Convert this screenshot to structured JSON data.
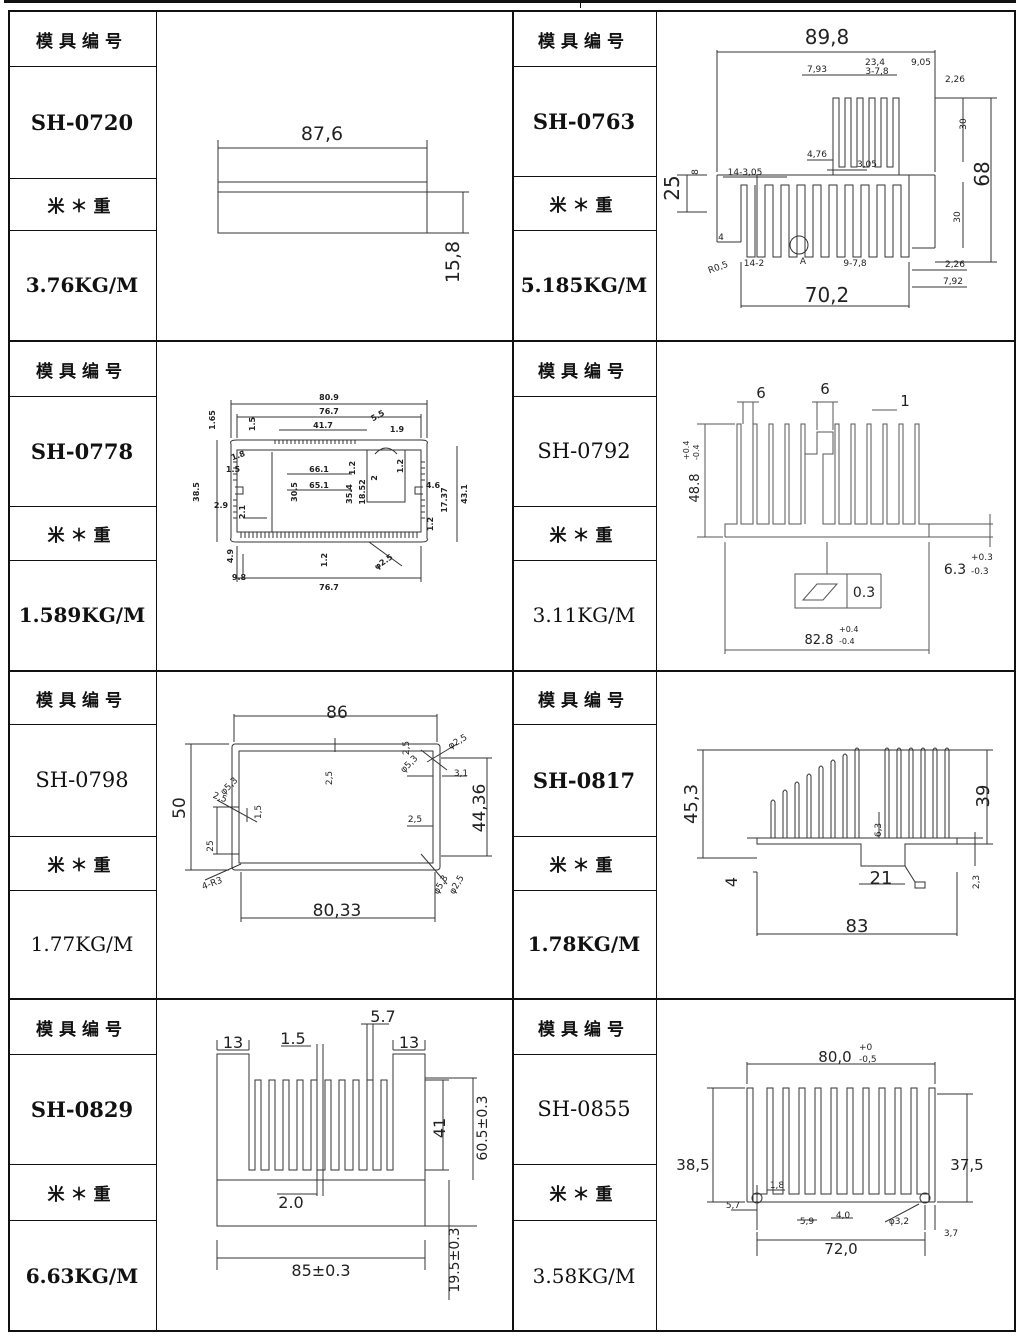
{
  "labels": {
    "mold_no": "模具编号",
    "weight": "米＊重"
  },
  "items": [
    {
      "code": "SH-0720",
      "weight": "3.76KG/M",
      "dims": {
        "d1": "87,6",
        "d2": "15,8"
      }
    },
    {
      "code": "SH-0763",
      "weight": "5.185KG/M",
      "dims": {
        "d1": "89,8",
        "d2": "70,2",
        "d3": "25",
        "d4": "68",
        "d5": "30",
        "d6": "30",
        "d7": "7,93",
        "d8": "23,4",
        "d9": "3-7,8",
        "d10": "9,05",
        "d11": "2,26",
        "d12": "4,76",
        "d13": "3,05",
        "d14": "14-3,05",
        "d15": "8",
        "d16": "4",
        "d17": "R0,5",
        "d18": "14-2",
        "d19": "A",
        "d20": "9-7,8",
        "d21": "2,26",
        "d22": "7,92"
      }
    },
    {
      "code": "SH-0778",
      "weight": "1.589KG/M",
      "dims": {
        "d1": "80.9",
        "d2": "76.7",
        "d3": "41.7",
        "d4": "5.5",
        "d5": "1.65",
        "d6": "1.5",
        "d7": "1.8",
        "d8": "1.9",
        "d9": "1.5",
        "d10": "66.1",
        "d11": "65.1",
        "d12": "38.5",
        "d13": "30.5",
        "d14": "35.4",
        "d15": "1.2",
        "d16": "18.52",
        "d17": "2",
        "d18": "4.6",
        "d19": "17.37",
        "d20": "43.1",
        "d21": "2.9",
        "d22": "2.1",
        "d23": "1.2",
        "d24": "4.9",
        "d25": "1.2",
        "d26": "9.8",
        "d27": "76.7",
        "d28": "φ2.5",
        "d29": "1.2"
      }
    },
    {
      "code": "SH-0792",
      "weight": "3.11KG/M",
      "dims": {
        "d1": "6",
        "d2": "6",
        "d3": "1",
        "d4": "48.8",
        "d4s": "+0.4",
        "d4i": "-0.4",
        "d5": "6.3",
        "d5s": "+0.3",
        "d5i": "-0.3",
        "d6": "0.3",
        "d7": "82.8",
        "d7s": "+0.4",
        "d7i": "-0.4"
      }
    },
    {
      "code": "SH-0798",
      "weight": "1.77KG/M",
      "dims": {
        "d1": "86",
        "d2": "80,33",
        "d3": "50",
        "d4": "44,36",
        "d5": "2,5",
        "d6": "2,5",
        "d7": "φ2,5",
        "d8": "φ5,3",
        "d9": "3,1",
        "d10": "2,5",
        "d11": "φ5,3",
        "d12": "1,5",
        "d13": "2,5",
        "d14": "25",
        "d15": "4-R3",
        "d16": "φ2,5",
        "d17": "φ5,3"
      }
    },
    {
      "code": "SH-0817",
      "weight": "1.78KG/M",
      "dims": {
        "d1": "45,3",
        "d2": "39",
        "d3": "6,3",
        "d4": "4",
        "d5": "21",
        "d6": "2,3",
        "d7": "83"
      }
    },
    {
      "code": "SH-0829",
      "weight": "6.63KG/M",
      "dims": {
        "d1": "13",
        "d2": "1.5",
        "d3": "5.7",
        "d4": "13",
        "d5": "41",
        "d6": "60.5±0.3",
        "d7": "2.0",
        "d8": "19.5±0.3",
        "d9": "85±0.3"
      }
    },
    {
      "code": "SH-0855",
      "weight": "3.58KG/M",
      "dims": {
        "d1": "80,0",
        "d1s": "+0",
        "d1i": "-0,5",
        "d2": "38,5",
        "d3": "37,5",
        "d4": "1,8",
        "d5": "5,7",
        "d6": "5,9",
        "d7": "4,0",
        "d8": "φ3,2",
        "d9": "3,7",
        "d10": "72,0"
      }
    }
  ]
}
